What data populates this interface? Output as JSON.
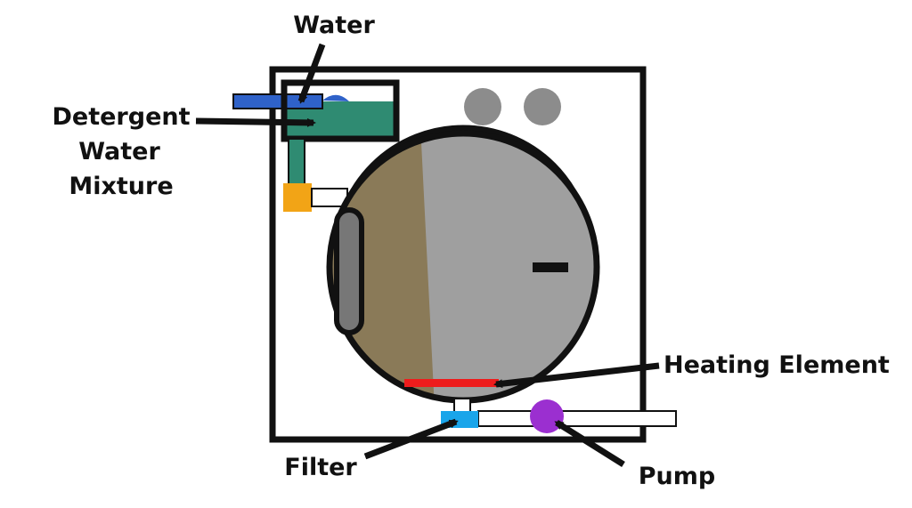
{
  "labels": {
    "water": "Water",
    "detergent_line1": "Detergent",
    "detergent_line2": "Water",
    "detergent_line3": "Mixture",
    "heating": "Heating Element",
    "filter": "Filter",
    "pump": "Pump"
  },
  "colors": {
    "outline": "#111111",
    "water_inlet": "#2f62c9",
    "detergent_mix": "#2f8b72",
    "valve": "#f2a416",
    "drum_water": "#8a7a58",
    "drum": "#9f9f9f",
    "heating_element": "#ee1c1c",
    "filter": "#1aa5ea",
    "pump": "#9b2fd0",
    "knob": "#8c8c8c",
    "door_handle": "#777777"
  }
}
